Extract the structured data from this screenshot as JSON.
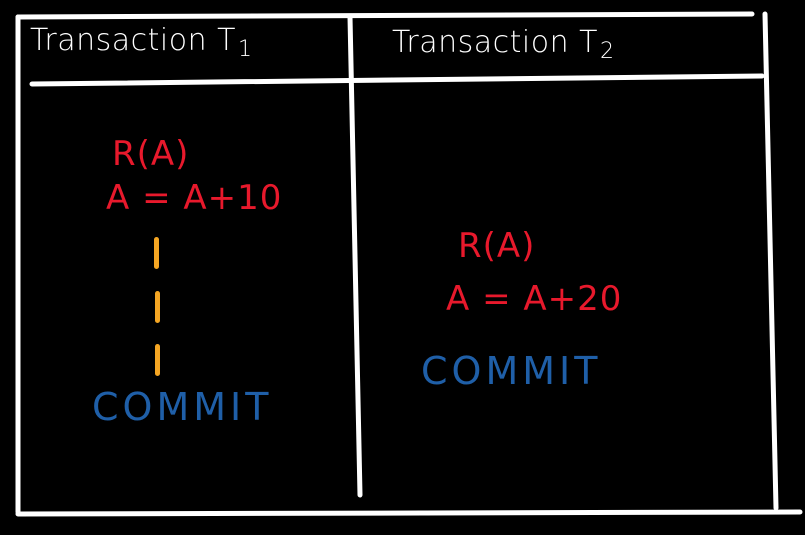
{
  "colors": {
    "background": "#000000",
    "lines": "#ffffff",
    "operation": "#e8192c",
    "waiting": "#f5a623",
    "commit": "#1f5fa8"
  },
  "table": {
    "columns": [
      {
        "header": "Transaction T",
        "subscript": "1",
        "operations": [
          "R(A)",
          "A = A+10"
        ],
        "commit": "COMMIT"
      },
      {
        "header": "Transaction T",
        "subscript": "2",
        "operations": [
          "R(A)",
          "A = A+20"
        ],
        "commit": "COMMIT"
      }
    ]
  }
}
